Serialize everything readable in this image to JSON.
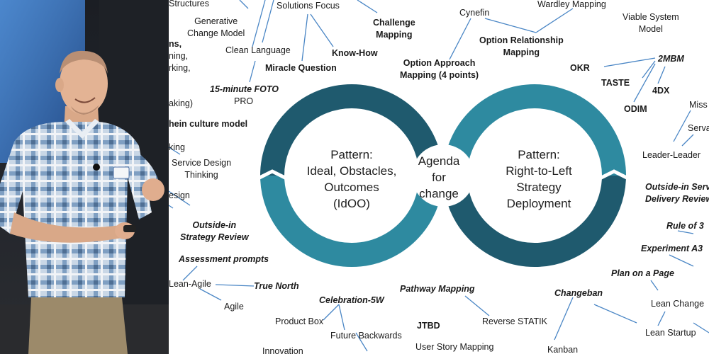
{
  "slide": {
    "left_pattern_lines": [
      "Pattern:",
      "Ideal, Obstacles,",
      "Outcomes",
      "(IdOO)"
    ],
    "center_lines": [
      "Agenda",
      "for",
      "change"
    ],
    "right_pattern_lines": [
      "Pattern:",
      "Right-to-Left",
      "Strategy",
      "Deployment"
    ],
    "colors": {
      "ring_dark": "#1f5a6e",
      "ring_light": "#2e8aa0",
      "connector_line": "#4a86c5"
    },
    "labels": {
      "structures": "Structures",
      "generative": "Generative\nChange Model",
      "clean_language": "Clean Language",
      "solutions_focus": "Solutions Focus",
      "miracle_question": "Miracle Question",
      "know_how": "Know-How",
      "challenge_mapping": "Challenge\nMapping",
      "cynefin": "Cynefin",
      "wardley": "Wardley Mapping",
      "viable_system": "Viable System\nModel",
      "option_relationship": "Option Relationship\nMapping",
      "option_approach": "Option Approach\nMapping (4 points)",
      "okr": "OKR",
      "two_mbm": "2MBM",
      "taste": "TASTE",
      "four_dx": "4DX",
      "odim": "ODIM",
      "foto": "15-minute FOTO",
      "pro": "PRO",
      "ns": "ns,",
      "ning": "ning,",
      "rking": "rking,",
      "aking": "aking)",
      "culture_model": "hein culture model",
      "king": "king",
      "service_design": "Service Design\nThinking",
      "esign": "esign",
      "outside_in_review": "Outside-in\nStrategy Review",
      "assessment": "Assessment prompts",
      "lean_agile": "Lean-Agile",
      "true_north": "True North",
      "agile": "Agile",
      "celebration": "Celebration-5W",
      "product_box": "Product Box",
      "future_backwards": "Future Backwards",
      "innovation": "Innovation",
      "pathway": "Pathway Mapping",
      "jtbd": "JTBD",
      "reverse_statik": "Reverse STATIK",
      "user_story": "User Story Mapping",
      "changeban": "Changeban",
      "kanban": "Kanban",
      "miss": "Miss",
      "serva": "Serva",
      "leader_leader": "Leader-Leader",
      "outside_in_serv": "Outside-in Serv\nDelivery Review",
      "rule_of_3": "Rule of 3",
      "experiment": "Experiment A3",
      "plan_on_page": "Plan on a Page",
      "lean_change": "Lean Change",
      "lean_startup": "Lean Startup"
    }
  }
}
